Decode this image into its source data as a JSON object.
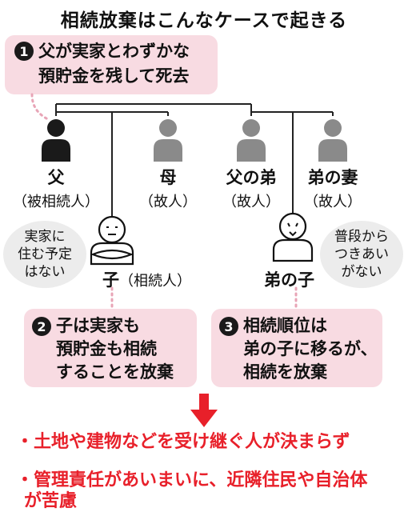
{
  "title": "相続放棄はこんなケースで起きる",
  "colors": {
    "pink": "#f8dbe2",
    "dark_person": "#1a1a1a",
    "gray_person": "#8a8a8a",
    "accent_red": "#e8202a",
    "bubble_gray": "#ececec"
  },
  "steps": [
    {
      "num": "1",
      "lines": [
        "父が実家とわずかな",
        "預貯金を残して死去"
      ]
    },
    {
      "num": "2",
      "lines": [
        "子は実家も",
        "預貯金も相続",
        "することを放棄"
      ]
    },
    {
      "num": "3",
      "lines": [
        "相続順位は",
        "弟の子に移るが、",
        "相続を放棄"
      ]
    }
  ],
  "persons": {
    "father": {
      "name": "父",
      "role": "（被相続人）"
    },
    "mother": {
      "name": "母",
      "role": "（故人）"
    },
    "uncle": {
      "name": "父の弟",
      "role": "（故人）"
    },
    "uncle_wife": {
      "name": "弟の妻",
      "role": "（故人）"
    },
    "child": {
      "name": "子",
      "role": "（相続人）"
    },
    "cousin": {
      "name": "弟の子",
      "role": ""
    }
  },
  "bubbles": {
    "child": "実家に\n住む予定\nはない",
    "cousin": "普段から\nつきあい\nがない"
  },
  "results": [
    "・土地や建物などを受け継ぐ人が決まらず",
    "・管理責任があいまいに、近隣住民や自治体",
    "が苦慮"
  ]
}
